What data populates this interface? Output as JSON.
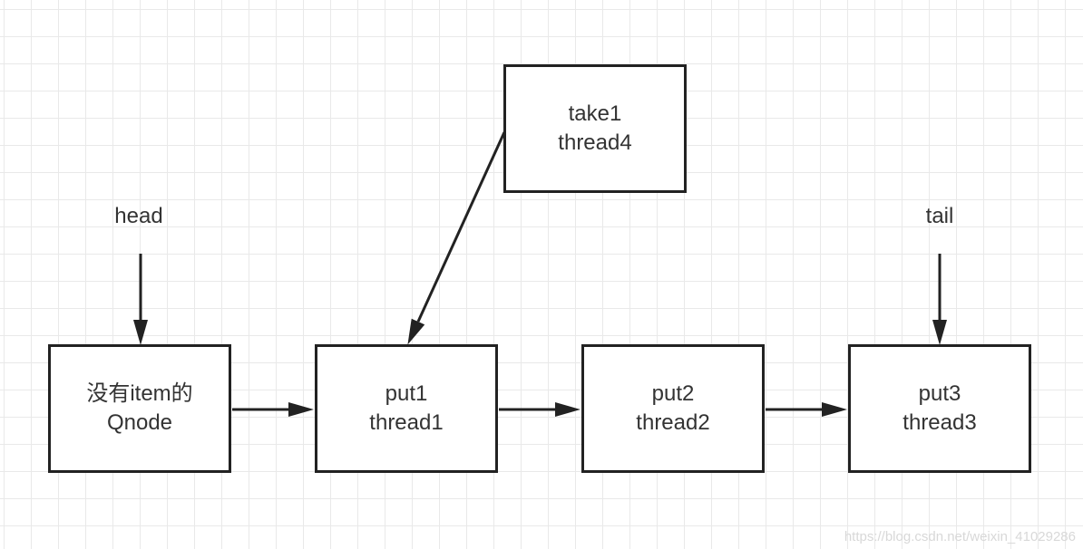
{
  "diagram": {
    "nodes": {
      "qnode": {
        "line1": "没有item的",
        "line2": "Qnode"
      },
      "put1": {
        "line1": "put1",
        "line2": "thread1"
      },
      "put2": {
        "line1": "put2",
        "line2": "thread2"
      },
      "put3": {
        "line1": "put3",
        "line2": "thread3"
      },
      "take1": {
        "line1": "take1",
        "line2": "thread4"
      }
    },
    "pointers": {
      "head": "head",
      "tail": "tail"
    },
    "edges": [
      {
        "from": "head",
        "to": "qnode"
      },
      {
        "from": "tail",
        "to": "put3"
      },
      {
        "from": "qnode",
        "to": "put1"
      },
      {
        "from": "put1",
        "to": "put2"
      },
      {
        "from": "put2",
        "to": "put3"
      },
      {
        "from": "take1",
        "to": "put1"
      }
    ],
    "colors": {
      "line": "#222222",
      "text": "#333333",
      "grid": "#e9e9e9"
    }
  },
  "watermark": "https://blog.csdn.net/weixin_41029286"
}
